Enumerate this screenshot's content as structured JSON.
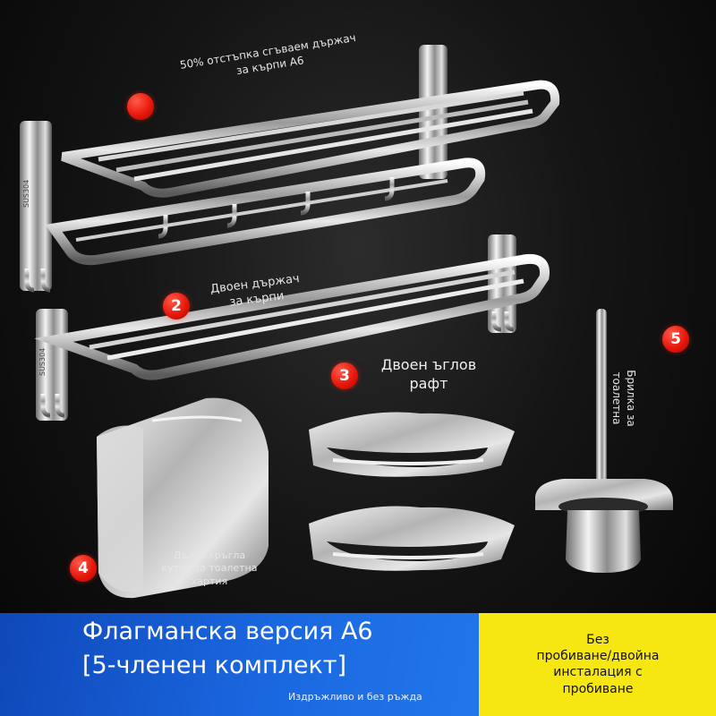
{
  "labels": {
    "item1": "50% отстъпка сгъваем държач\nза кърпи A6",
    "item2": "Двоен държач\nза кърпи",
    "item3": "Двоен ъглов\nрафт",
    "item4": "Дълга кръгла\nкутия за тоалетна\nхартия",
    "item5": "Брилка за\nтоалетна"
  },
  "badges": {
    "b1": "",
    "b2": "2",
    "b3": "3",
    "b4": "4",
    "b5": "5"
  },
  "engraving": {
    "rack1": "SUS304",
    "rack2": "SUS304"
  },
  "banner": {
    "title": "Флагманска версия A6",
    "subtitle": "[5-членен комплект]",
    "note": "Издръжливо и без ръжда",
    "side_text": "Без\nпробиване/двойна\nинсталация с\nпробиване"
  },
  "colors": {
    "blue": "#1a67e0",
    "yellow": "#f6e612",
    "badge": "#e8180c"
  }
}
